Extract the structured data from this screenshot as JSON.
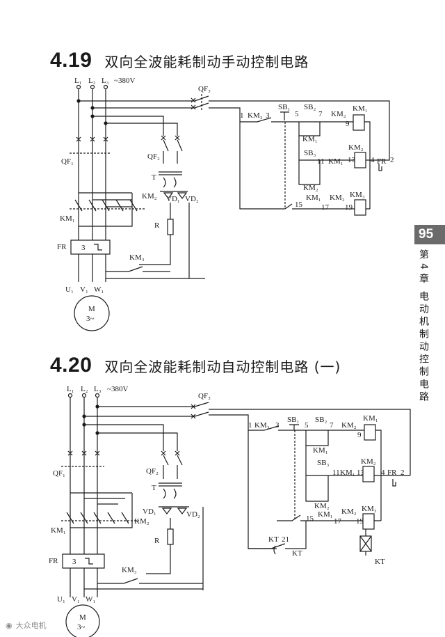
{
  "sections": [
    {
      "number": "4.19",
      "title": "双向全波能耗制动手动控制电路"
    },
    {
      "number": "4.20",
      "title": "双向全波能耗制动自动控制电路 (一)"
    }
  ],
  "side": {
    "page_number": "95",
    "chapter": "第4章",
    "chapter_title": "电动机制动控制电路"
  },
  "diagram1": {
    "supply": {
      "l1": "L₁",
      "l2": "L₂",
      "l3": "L₃",
      "voltage": "~380V"
    },
    "breakers": {
      "qf1": "QF₁",
      "qf2": "QF₂",
      "qf3": "QF₃"
    },
    "transformer": "T",
    "diodes": {
      "vd1": "VD₁",
      "vd2": "VD₂"
    },
    "resistor": "R",
    "relay_fr": "FR",
    "fr_mark": "3",
    "motor": {
      "name": "M",
      "phase": "3~",
      "u": "U₁",
      "v": "V₁",
      "w": "W₁"
    },
    "contactors": {
      "km1": "KM₁",
      "km2": "KM₂",
      "km3": "KM₃"
    },
    "buttons": {
      "sb1": "SB₁",
      "sb2": "SB₂",
      "sb3": "SB₃"
    },
    "fr_contact": "FR",
    "nodes": [
      "1",
      "3",
      "5",
      "7",
      "9",
      "11",
      "13",
      "4",
      "2",
      "15",
      "17",
      "19"
    ]
  },
  "diagram2": {
    "supply": {
      "l1": "L₁",
      "l2": "L₂",
      "l3": "L₃",
      "voltage": "~380V"
    },
    "breakers": {
      "qf1": "QF₁",
      "qf2": "QF₂",
      "qf3": "QF₃"
    },
    "transformer": "T",
    "diodes": {
      "vd1": "VD₁",
      "vd2": "VD₂"
    },
    "resistor": "R",
    "relay_fr": "FR",
    "fr_mark": "3",
    "motor": {
      "name": "M",
      "phase": "3~",
      "u": "U₁",
      "v": "V₁",
      "w": "W₁"
    },
    "contactors": {
      "km1": "KM₁",
      "km2": "KM₂",
      "km3": "KM₃"
    },
    "buttons": {
      "sb1": "SB₁",
      "sb2": "SB₂",
      "sb3": "SB₃"
    },
    "fr_contact": "FR",
    "timer": "KT",
    "nodes": [
      "1",
      "3",
      "5",
      "7",
      "9",
      "11",
      "13",
      "4",
      "2",
      "15",
      "17",
      "19",
      "21"
    ]
  },
  "watermark": "大众电机"
}
